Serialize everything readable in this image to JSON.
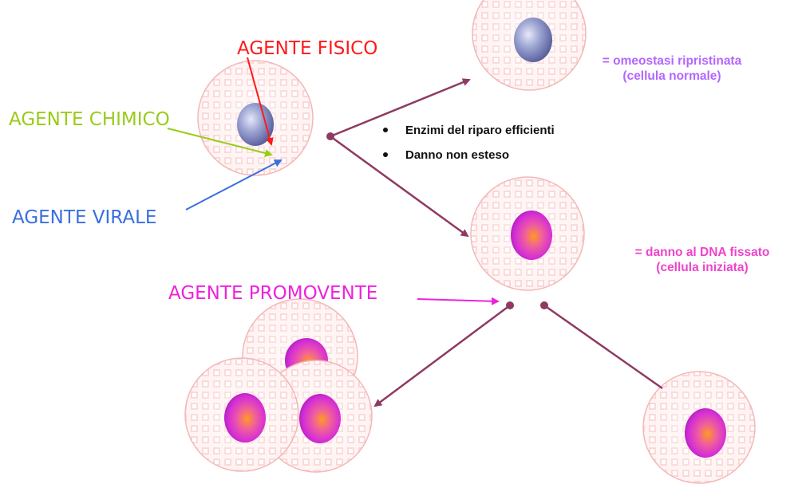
{
  "agents": {
    "fisico": "AGENTE FISICO",
    "chimico": "AGENTE CHIMICO",
    "virale": "AGENTE VIRALE",
    "promovente": "AGENTE PROMOVENTE"
  },
  "conditions": [
    "Enzimi del riparo efficienti",
    "Danno non esteso"
  ],
  "outcomes": {
    "normal_line1": "= omeostasi ripristinata",
    "normal_line2": "(cellula normale)",
    "initiated_line1": "= danno al DNA fissato",
    "initiated_line2": "(cellula iniziata)"
  },
  "colors": {
    "fisico": "#ff1a1a",
    "chimico": "#99cc1a",
    "virale": "#3a6fe0",
    "promovente": "#ee22dd",
    "normal_outcome": "#b366ff",
    "initiated_outcome": "#ee44cc",
    "pathway": "#8e3a62",
    "cell_grid": "#f4b0b0"
  },
  "icons": {
    "cell_normal_nucleus": "blue-grey-nucleus",
    "cell_initiated_nucleus": "orange-magenta-nucleus"
  }
}
